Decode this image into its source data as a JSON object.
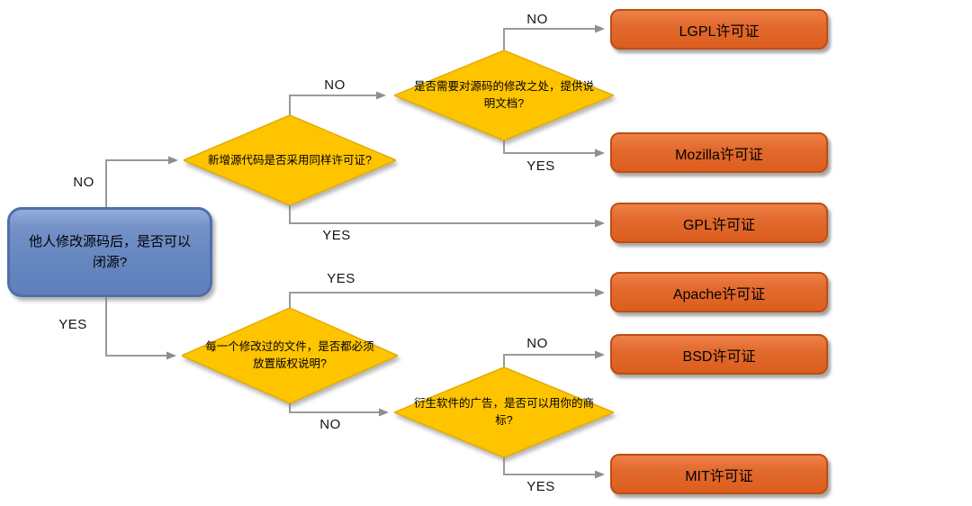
{
  "diagram": {
    "type": "flowchart",
    "start": {
      "text": "他人修改源码后，是否可以闭源?"
    },
    "decisions": [
      {
        "id": "d1",
        "text": "新增源代码是否采用同样许可证?"
      },
      {
        "id": "d2",
        "text": "是否需要对源码的修改之处，提供说明文档?"
      },
      {
        "id": "d3",
        "text": "每一个修改过的文件，是否都必须放置版权说明?"
      },
      {
        "id": "d4",
        "text": "衍生软件的广告，是否可以用你的商标?"
      }
    ],
    "licenses": [
      {
        "label": "LGPL许可证"
      },
      {
        "label": "Mozilla许可证"
      },
      {
        "label": "GPL许可证"
      },
      {
        "label": "Apache许可证"
      },
      {
        "label": "BSD许可证"
      },
      {
        "label": "MIT许可证"
      }
    ],
    "edges": [
      {
        "from": "start",
        "to": "d1",
        "label": "NO"
      },
      {
        "from": "start",
        "to": "d3",
        "label": "YES"
      },
      {
        "from": "d1",
        "to": "d2",
        "label": "NO"
      },
      {
        "from": "d2",
        "to": "LGPL许可证",
        "label": "NO"
      },
      {
        "from": "d2",
        "to": "Mozilla许可证",
        "label": "YES"
      },
      {
        "from": "d1",
        "to": "GPL许可证",
        "label": "YES"
      },
      {
        "from": "d3",
        "to": "Apache许可证",
        "label": "YES"
      },
      {
        "from": "d3",
        "to": "d4",
        "label": "NO"
      },
      {
        "from": "d4",
        "to": "BSD许可证",
        "label": "NO"
      },
      {
        "from": "d4",
        "to": "MIT许可证",
        "label": "YES"
      }
    ],
    "colors": {
      "start_fill": "#6787C1",
      "start_border": "#4F6FA9",
      "decision_fill": "#FFC400",
      "decision_border": "#E3AC00",
      "result_fill": "#E2662A",
      "result_border": "#BC4E12",
      "connector": "#999999",
      "text": "#000000"
    }
  }
}
